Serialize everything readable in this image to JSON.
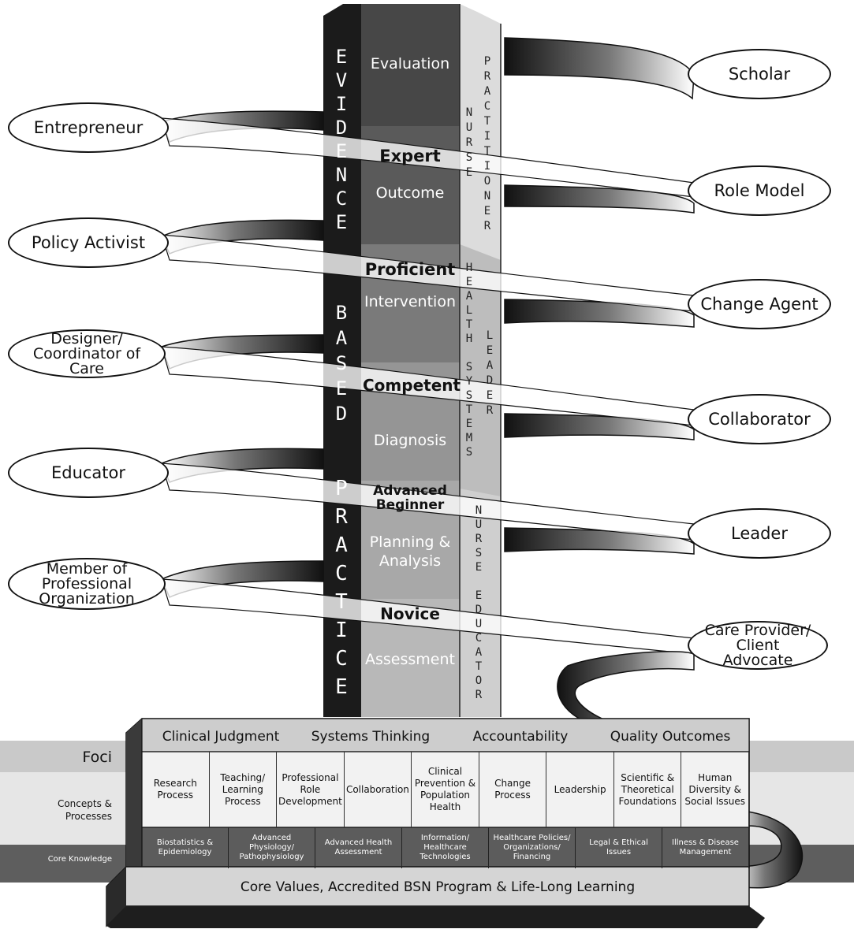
{
  "column": {
    "left_word1": "EVIDENCE",
    "left_word2": "BASED",
    "left_word3": "PRACTICE",
    "right_upper": "PRACTITIONER",
    "right_upper_inner": "NURSE",
    "right_middle_inner": "HEALTH SYSTEMS",
    "right_middle": "LEADER",
    "right_lower": "NURSE EDUCATOR",
    "stages": [
      {
        "process": "Evaluation",
        "level": ""
      },
      {
        "process": "Outcome",
        "level": "Expert"
      },
      {
        "process": "Intervention",
        "level": "Proficient"
      },
      {
        "process": "Diagnosis",
        "level": "Competent"
      },
      {
        "process": "Planning & Analysis",
        "level": "Advanced Beginner"
      },
      {
        "process": "Assessment",
        "level": "Novice"
      }
    ]
  },
  "roles_left": [
    "Entrepreneur",
    "Policy Activist",
    "Designer/ Coordinator of Care",
    "Educator",
    "Member of Professional Organization"
  ],
  "roles_right": [
    "Scholar",
    "Role Model",
    "Change Agent",
    "Collaborator",
    "Leader",
    "Care Provider/ Client Advocate"
  ],
  "base": {
    "foci_label": "Foci",
    "concepts_label": "Concepts & Processes",
    "core_label": "Core Knowledge",
    "foci": [
      "Clinical Judgment",
      "Systems Thinking",
      "Accountability",
      "Quality Outcomes"
    ],
    "concepts": [
      "Research Process",
      "Teaching/ Learning Process",
      "Professional Role Development",
      "Collaboration",
      "Clinical Prevention & Population Health",
      "Change Process",
      "Leadership",
      "Scientific & Theoretical Foundations",
      "Human Diversity & Social Issues"
    ],
    "core": [
      "Biostatistics & Epidemiology",
      "Advanced Physiology/ Pathophysiology",
      "Advanced Health Assessment",
      "Information/ Healthcare Technologies",
      "Healthcare Policies/ Organizations/ Financing",
      "Legal & Ethical Issues",
      "Illness & Disease Management"
    ],
    "foundation": "Core Values, Accredited BSN Program & Life-Long Learning"
  },
  "colors": {
    "dark": "#1c1c1c",
    "mid": "#4a4a4a",
    "light": "#d9d9d9",
    "base_top": "#cfcfcf",
    "base_core": "#5a5a5a"
  }
}
